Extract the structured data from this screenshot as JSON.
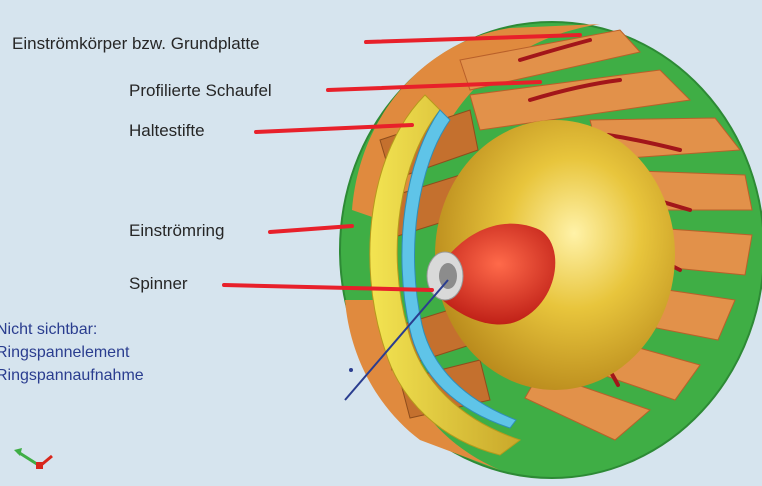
{
  "labels": {
    "einstroemkoerper": "Einströmkörper bzw. Grundplatte",
    "schaufel": "Profilierte Schaufel",
    "haltestifte": "Haltestifte",
    "einstroemring": "Einströmring",
    "spinner": "Spinner"
  },
  "note": {
    "line1": "Nicht sichtbar:",
    "line2": "Ringspannelement",
    "line3": "Ringspannaufnahme"
  },
  "colors": {
    "background": "#d6e4ee",
    "leader": "#e8202a",
    "plate": "#3fae45",
    "blade": "#e2914a",
    "blade_dark": "#b9602a",
    "hub": "#e3c13a",
    "ring": "#e8d63a",
    "ring_inner": "#5fc4e8",
    "spinner": "#d8261c",
    "note_text": "#2a3d8f"
  },
  "icons": [
    "axis-triad-icon"
  ]
}
